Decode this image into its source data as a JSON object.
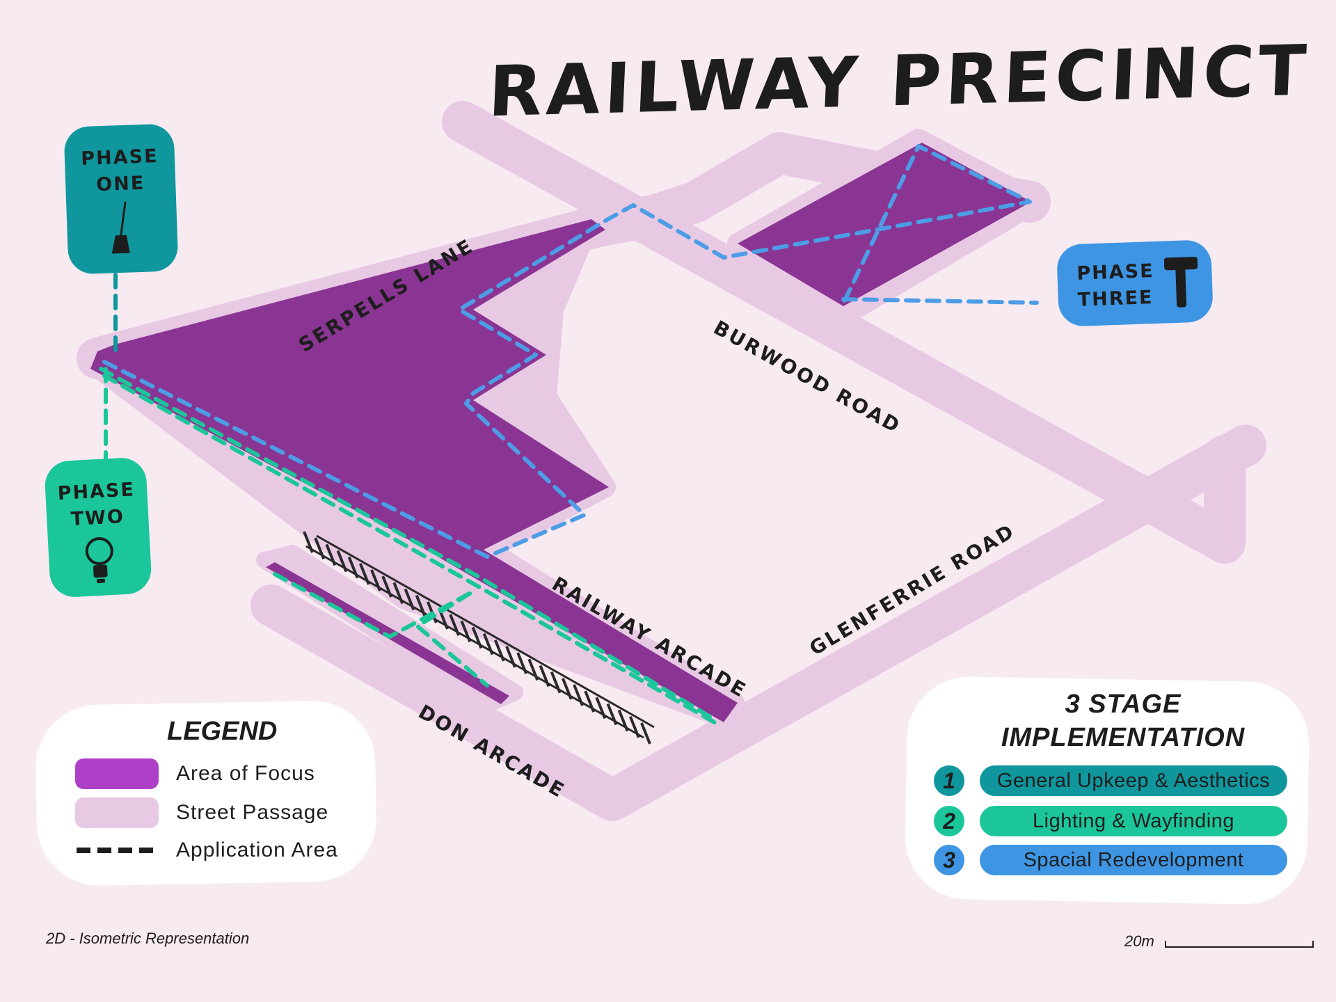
{
  "title": "RAILWAY PRECINCT",
  "colors": {
    "background": "#f7eaf1",
    "street_passage": "#e8c9e4",
    "area_of_focus": "#8a3593",
    "phase_one": "#10979e",
    "phase_two": "#1bc69a",
    "phase_three": "#3e95e3",
    "tracks": "#2a2a2a"
  },
  "streets": {
    "serpells": "SERPELLS LANE",
    "burwood": "BURWOOD ROAD",
    "railway_arcade": "RAILWAY ARCADE",
    "glenferrie": "GLENFERRIE ROAD",
    "don_arcade": "DON ARCADE"
  },
  "phases": {
    "one": {
      "line1": "PHASE",
      "line2": "ONE",
      "icon": "broom-icon"
    },
    "two": {
      "line1": "PHASE",
      "line2": "TWO",
      "icon": "lightbulb-icon"
    },
    "three": {
      "line1": "PHASE",
      "line2": "THREE",
      "icon": "hammer-icon"
    }
  },
  "legend": {
    "title": "LEGEND",
    "items": [
      {
        "label": "Area of Focus",
        "color": "#ad3fc8"
      },
      {
        "label": "Street Passage",
        "color": "#e8c9e4"
      },
      {
        "label": "Application Area",
        "color": "#1d1d1d"
      }
    ]
  },
  "stages": {
    "title_line1": "3 STAGE",
    "title_line2": "IMPLEMENTATION",
    "items": [
      {
        "num": "1",
        "label": "General Upkeep & Aesthetics",
        "color": "#10979e"
      },
      {
        "num": "2",
        "label": "Lighting & Wayfinding",
        "color": "#1bc69a"
      },
      {
        "num": "3",
        "label": "Spacial Redevelopment",
        "color": "#3e95e3"
      }
    ]
  },
  "footnote": "2D - Isometric Representation",
  "scale": "20m"
}
